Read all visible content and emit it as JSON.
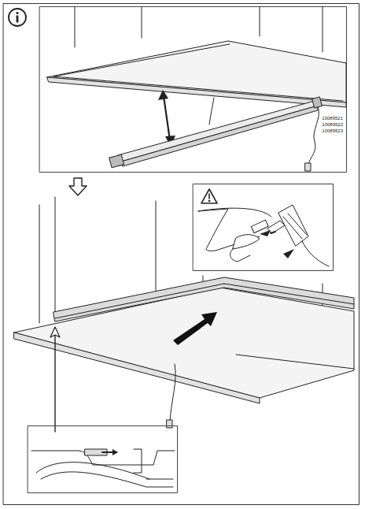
{
  "diagram": {
    "labels": [
      "10089521",
      "10089522",
      "10089523"
    ]
  }
}
